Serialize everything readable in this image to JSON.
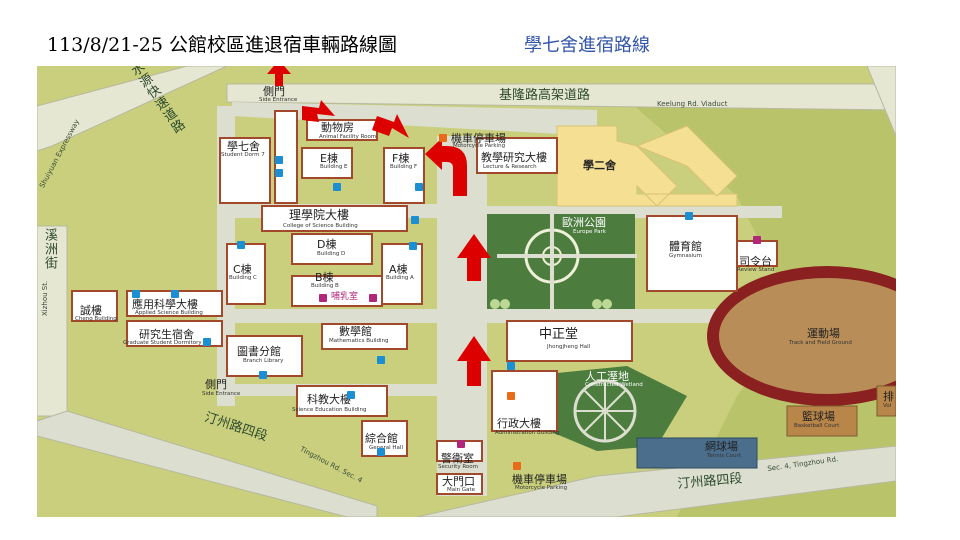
{
  "header": {
    "title": "113/8/21-25 公館校區進退宿車輛路線圖",
    "subtitle": "學七舍進宿路線"
  },
  "roads": {
    "keelung_zh": "基隆路高架道路",
    "keelung_en": "Keelung Rd. Viaduct",
    "shuiyuan_zh": "水源快速道路",
    "shuiyuan_en": "Shuiyuan Expressway",
    "xizhou_zh": "溪洲街",
    "xizhou_en": "Xizhou St.",
    "tingzhou_zh": "汀州路四段",
    "tingzhou_en": "Tingzhou Rd. Sec. 4",
    "tingzhou_en2": "Sec. 4, Tingzhou Rd."
  },
  "places": {
    "side_entrance_top_zh": "側門",
    "side_entrance_top_en": "Side Entrance",
    "animal_zh": "動物房",
    "animal_en": "Animal Facility Room",
    "moto_top_zh": "機車停車場",
    "moto_top_en": "Motorcycle Parking",
    "lecture_zh": "教學研究大樓",
    "lecture_en": "Lecture & Research",
    "dorm2_zh": "學二舍",
    "dorm7_zh": "學七舍",
    "dorm7_en": "Student Dorm 7",
    "e_zh": "E棟",
    "e_en": "Building E",
    "f_zh": "F棟",
    "f_en": "Building F",
    "science_zh": "理學院大樓",
    "science_en": "College of Science Building",
    "d_zh": "D棟",
    "d_en": "Building D",
    "c_zh": "C棟",
    "c_en": "Building C",
    "b_zh": "B棟",
    "b_en": "Building B",
    "a_zh": "A棟",
    "a_en": "Building A",
    "nursing_zh": "哺乳室",
    "europe_zh": "歐洲公園",
    "europe_en": "Europe Park",
    "gym_zh": "體育館",
    "gym_en": "Gymnasium",
    "review_zh": "司令台",
    "review_en": "Review Stand",
    "cheng_zh": "誠樓",
    "cheng_en": "Cheng Building",
    "applied_zh": "應用科學大樓",
    "applied_en": "Applied Science Building",
    "grad_zh": "研究生宿舍",
    "grad_en": "Graduate Student Dormitory",
    "math_zh": "數學館",
    "math_en": "Mathematics Building",
    "jhongjheng_zh": "中正堂",
    "jhongjheng_en": "Jhongjheng Hall",
    "track_zh": "運動場",
    "track_en": "Track and Field Ground",
    "library_zh": "圖書分館",
    "library_en": "Branch Library",
    "wetland_zh": "人工溼地",
    "wetland_en": "Constructed Wetland",
    "side_entrance_bottom_zh": "側門",
    "side_entrance_bottom_en": "Side Entrance",
    "sciedu_zh": "科教大樓",
    "sciedu_en": "Science Education Building",
    "admin_zh": "行政大樓",
    "admin_en": "Administration Building",
    "general_zh": "綜合館",
    "general_en": "General Hall",
    "security_zh": "警衛室",
    "security_en": "Security Room",
    "maingate_zh": "大門口",
    "maingate_en": "Main Gate",
    "moto_bottom_zh": "機車停車場",
    "moto_bottom_en": "Motorcycle Parking",
    "tennis_zh": "網球場",
    "tennis_en": "Tennis Court",
    "basketball_zh": "籃球場",
    "basketball_en": "Basketball Court",
    "volley_zh": "排",
    "volley_en": "Vol"
  },
  "colors": {
    "grass": "#c9cf7c",
    "road": "#dcdfcf",
    "building": "#ffffff",
    "building_shadow": "#a2492c",
    "dorm2": "#f4df93",
    "park": "#4c7d3e",
    "track": "#b88d58",
    "route_arrow": "#dd0000"
  }
}
